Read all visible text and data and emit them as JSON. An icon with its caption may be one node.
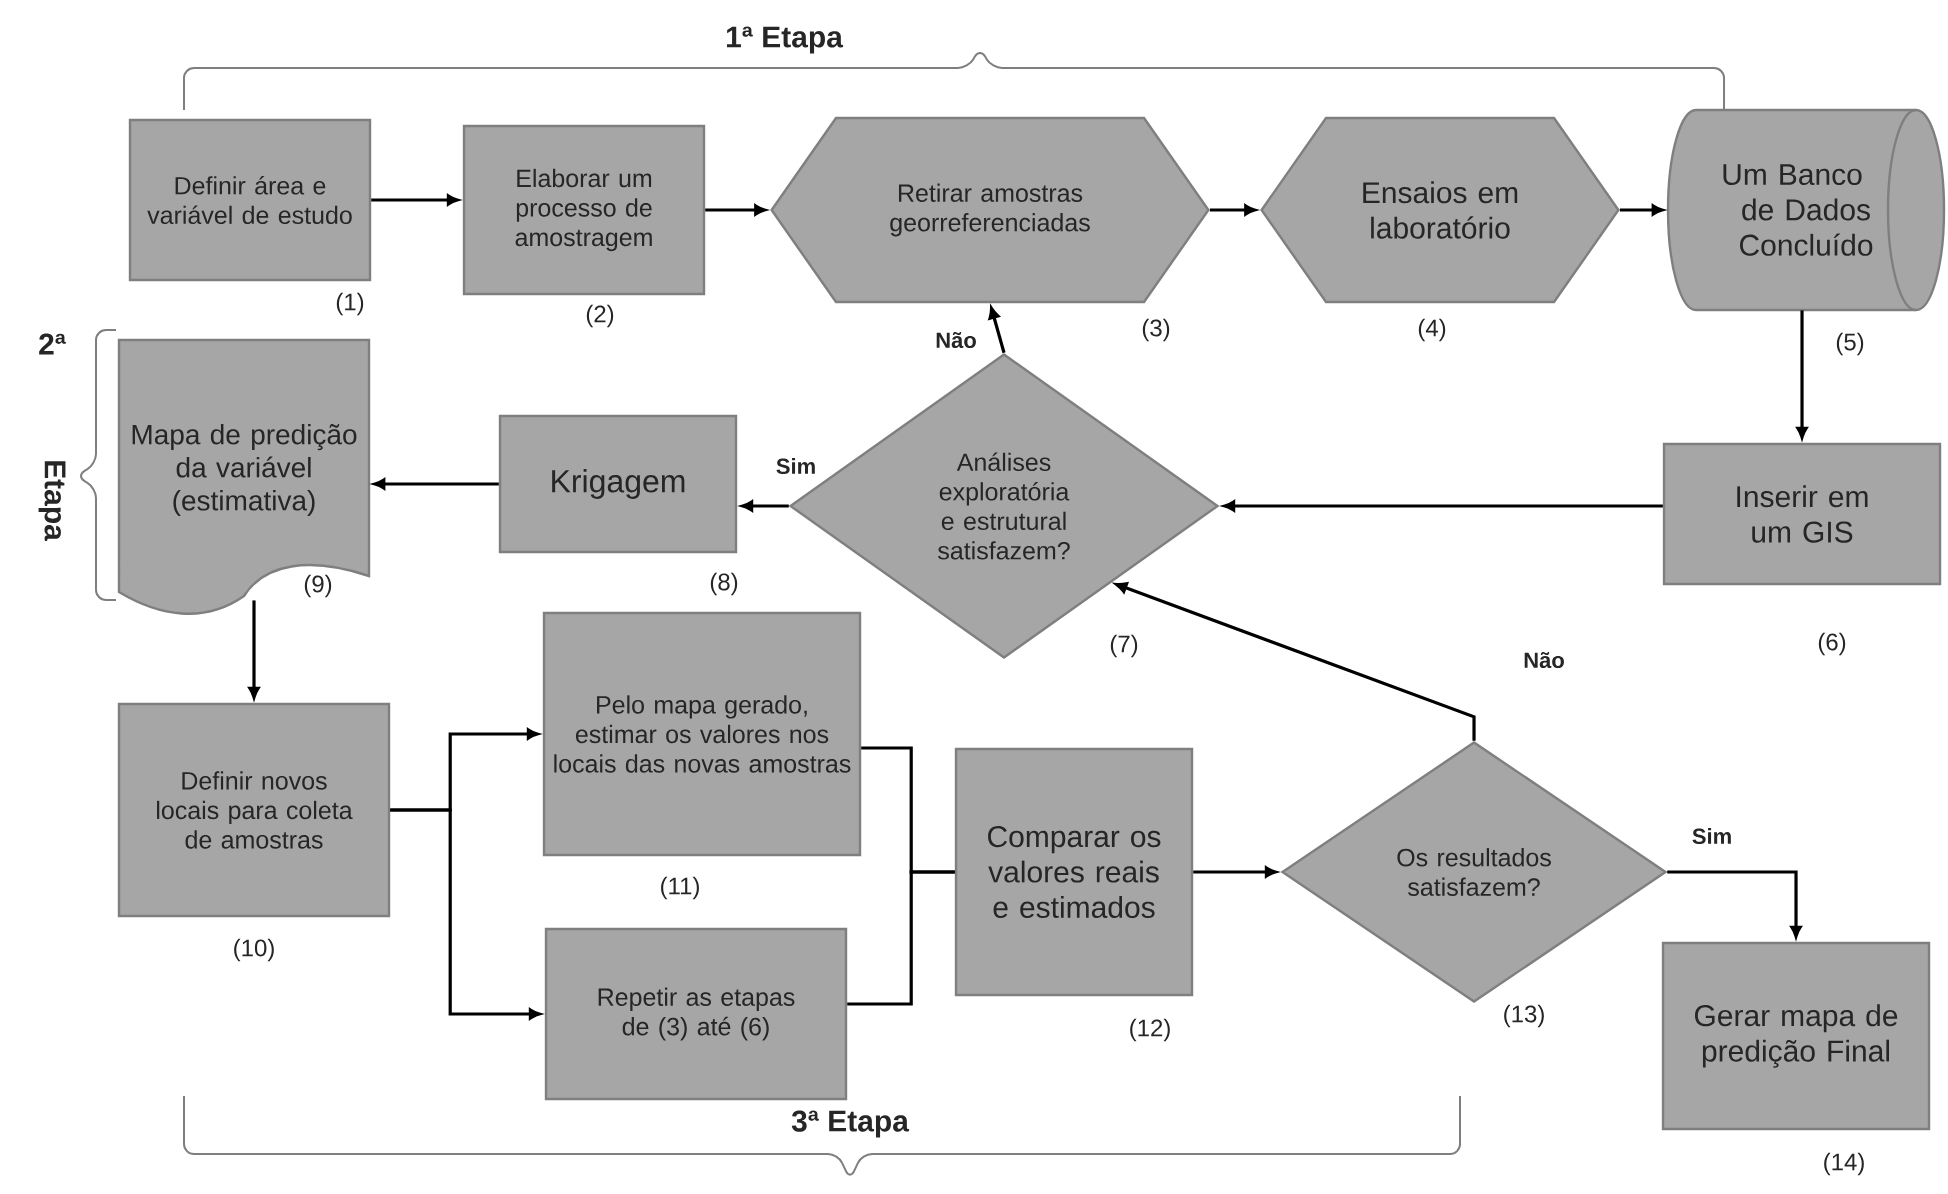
{
  "diagram": {
    "nodes": [
      {
        "text": [
          "Definir área e variável de estudo"
        ],
        "beside": [
          "(1)"
        ]
      },
      {
        "text": [
          "Elaborar um processo de amostragem"
        ],
        "beside": [
          "(2)"
        ]
      },
      {
        "text": [
          "Retirar amostras georreferenciadas"
        ],
        "beside": [
          "(3)"
        ]
      },
      {
        "text": [
          "Ensaios em laboratório"
        ],
        "beside": [
          "(4)"
        ]
      },
      {
        "text": [
          "Um Banco de Dados Concluído"
        ],
        "beside": [
          "(5)"
        ]
      },
      {
        "text": [
          "Inserir em um GIS"
        ],
        "beside": [
          "(6)"
        ]
      },
      {
        "text": [
          "Análises exploratória e estrutural satisfazem?"
        ],
        "beside": [
          "(7)"
        ]
      },
      {
        "text": [
          "Krigagem"
        ],
        "beside": [
          "(8)"
        ]
      },
      {
        "text": [
          "Mapa de predição da variável (estimativa)"
        ],
        "beside": [
          "(9)"
        ]
      },
      {
        "text": [
          "Definir novos locais para coleta de amostras"
        ],
        "beside": [
          "(10)"
        ]
      },
      {
        "text": [
          "Pelo mapa gerado, estimar os valores nos locais das novas amostras"
        ],
        "beside": [
          "(11)"
        ]
      },
      {
        "text": [
          "Repetir as etapas de (3) até (6)"
        ]
      },
      {
        "text": [
          "Comparar os valores reais e estimados"
        ],
        "beside": [
          "(12)"
        ]
      },
      {
        "text": [
          "Os resultados satisfazem?"
        ],
        "beside": [
          "(13)"
        ]
      },
      {
        "text": [
          "Gerar mapa de predição Final"
        ],
        "beside": [
          "(14)"
        ]
      }
    ],
    "edges": [
      {
        "from": 0,
        "to": 1,
        "arrow": "to"
      },
      {
        "from": 1,
        "to": 2,
        "arrow": "to"
      },
      {
        "from": 2,
        "to": 3,
        "arrow": "to"
      },
      {
        "from": 3,
        "to": 4,
        "arrow": "to"
      },
      {
        "from": 4,
        "to": 5,
        "arrow": "to"
      },
      {
        "from": 5,
        "to": 6,
        "arrow": "to"
      },
      {
        "from": 6,
        "to": 2,
        "arrow": "to",
        "label": "Não"
      },
      {
        "from": 6,
        "to": 7,
        "arrow": "to",
        "label": "Sim"
      },
      {
        "from": 7,
        "to": 8,
        "arrow": "to"
      },
      {
        "from": 8,
        "to": 9,
        "arrow": "to"
      },
      {
        "from": 9,
        "to": 10,
        "arrow": "to"
      },
      {
        "from": 9,
        "to": 11,
        "arrow": "to"
      },
      {
        "from": 10,
        "to": 12,
        "arrow": "none"
      },
      {
        "from": 11,
        "to": 12,
        "arrow": "none"
      },
      {
        "from": 12,
        "to": 13,
        "arrow": "to"
      },
      {
        "from": 13,
        "to": 6,
        "arrow": "to",
        "label": "Não"
      },
      {
        "from": 13,
        "to": 14,
        "arrow": "to",
        "label": "Sim"
      }
    ],
    "labels": [
      "1ª Etapa",
      "2ª",
      "Etapa",
      "3ª Etapa"
    ]
  }
}
